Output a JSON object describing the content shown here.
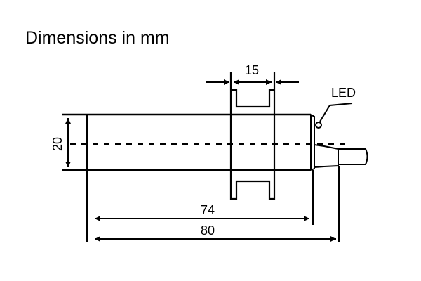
{
  "title": "Dimensions in mm",
  "labels": {
    "diameter": "20",
    "flange_width": "15",
    "body_length": "74",
    "total_length": "80",
    "led": "LED"
  },
  "colors": {
    "line": "#000000",
    "background": "#ffffff"
  }
}
